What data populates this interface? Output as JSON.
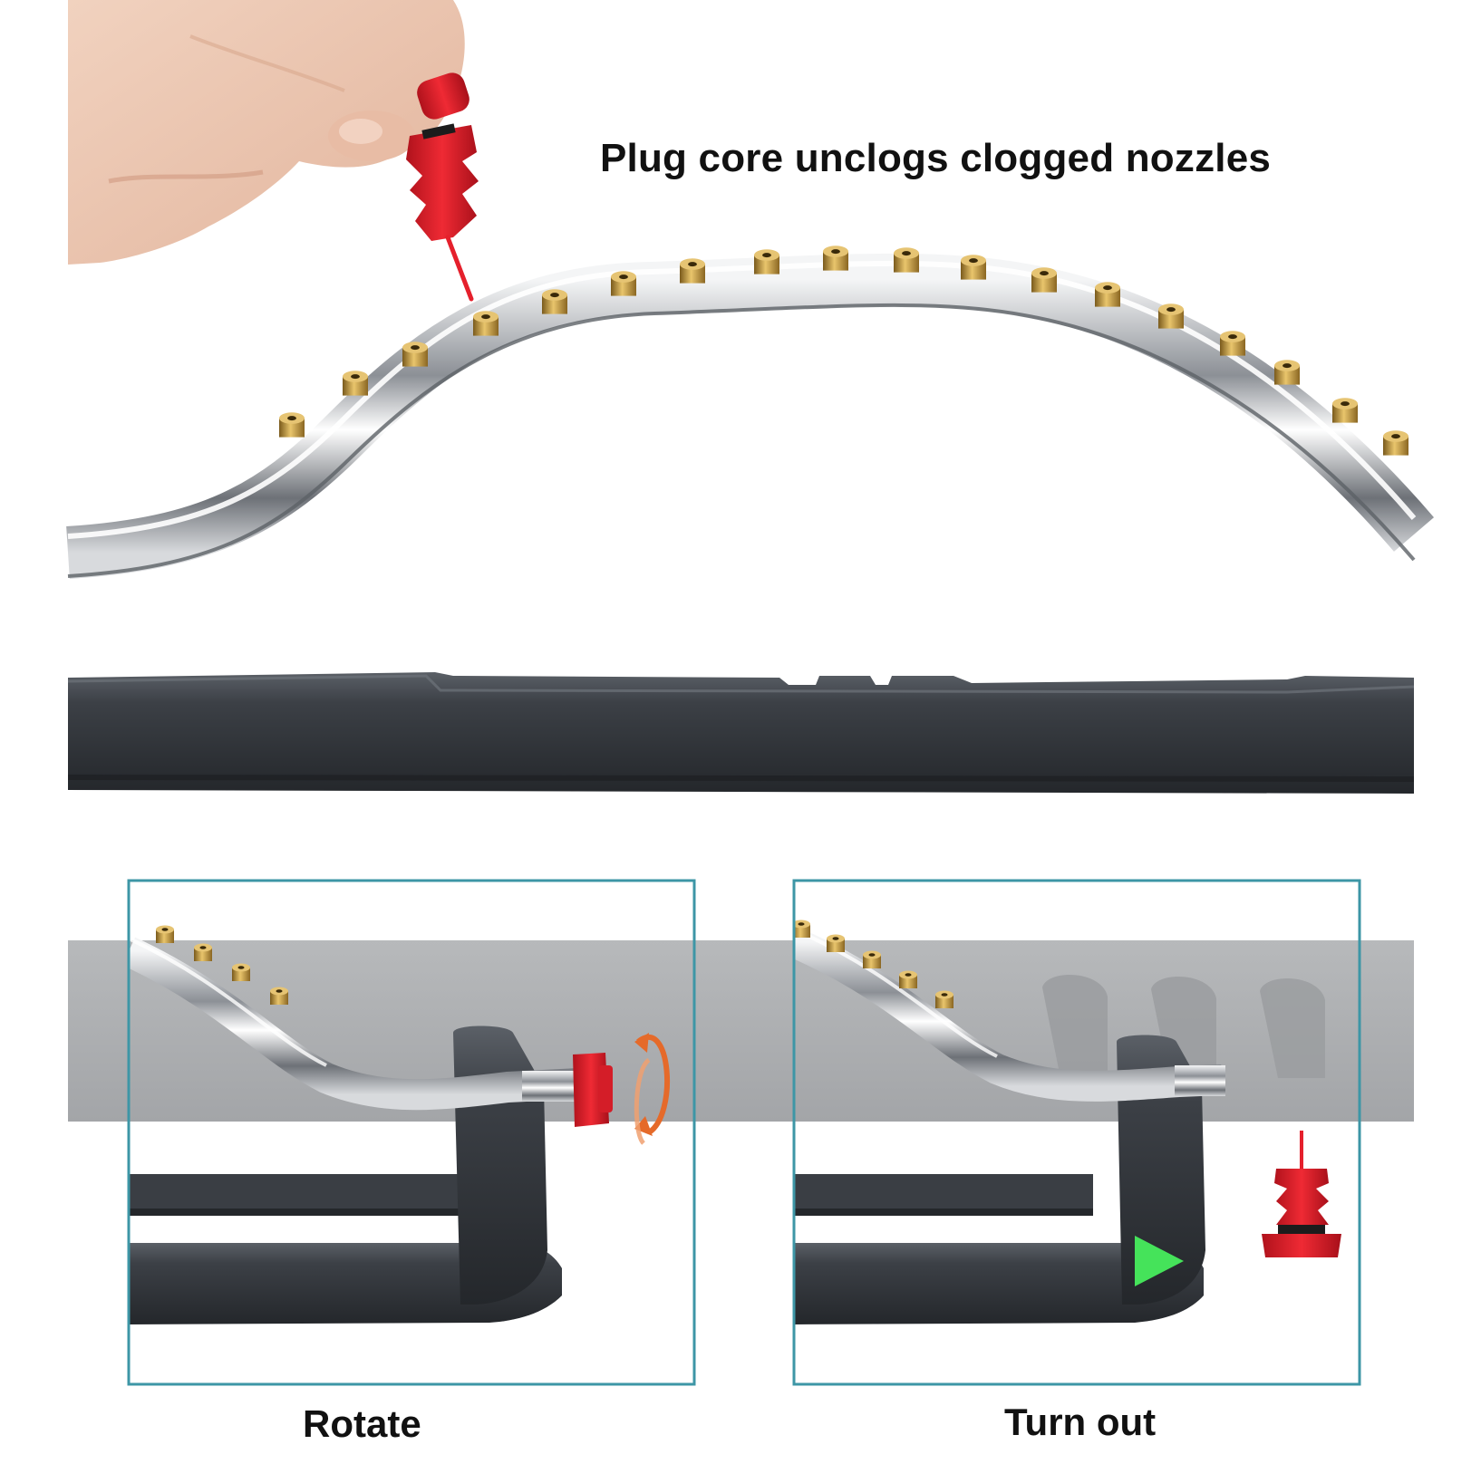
{
  "headline": "Plug core unclogs clogged nozzles",
  "panels": [
    {
      "caption": "Rotate"
    },
    {
      "caption": "Turn out"
    }
  ],
  "colors": {
    "background": "#ffffff",
    "frame": "#3d96a6",
    "plug": "#e5202c",
    "base": "#3b3f44",
    "chrome": "#c9ccd0",
    "brass": "#c8a04a",
    "rotate_arrow": "#e56a2a",
    "direction_arrow": "#3ddc6a",
    "text": "#111111"
  }
}
